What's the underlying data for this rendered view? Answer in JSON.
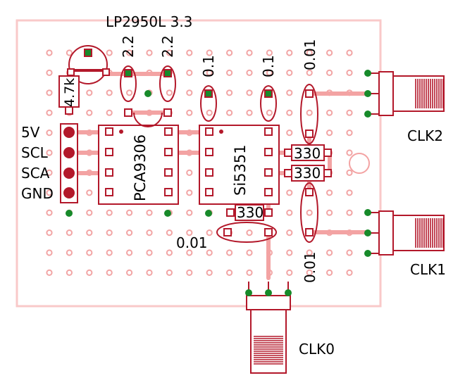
{
  "colors": {
    "board": "#f9c9c9",
    "hole": "#f2a5a5",
    "part": "#b3182a",
    "pin_green": "#178a2a",
    "trace": "#f3a3a3",
    "text": "#000000"
  },
  "labels": {
    "regulator": "LP2950L 3.3",
    "cap_a": "2.2",
    "cap_b": "2.2",
    "cap_c": "0.1",
    "cap_d": "0.1",
    "cap_top": "0.01",
    "cap_bottom_right": "0.01",
    "cap_bottom_left": "0.01",
    "resistor_pullup": "4.7k",
    "ic1": "PCA9306",
    "ic2": "Si5351",
    "res1": "330",
    "res2": "330",
    "res3": "330",
    "clk0": "CLK0",
    "clk1": "CLK1",
    "clk2": "CLK2"
  },
  "pins": [
    "5V",
    "SCL",
    "SCA",
    "GND"
  ]
}
